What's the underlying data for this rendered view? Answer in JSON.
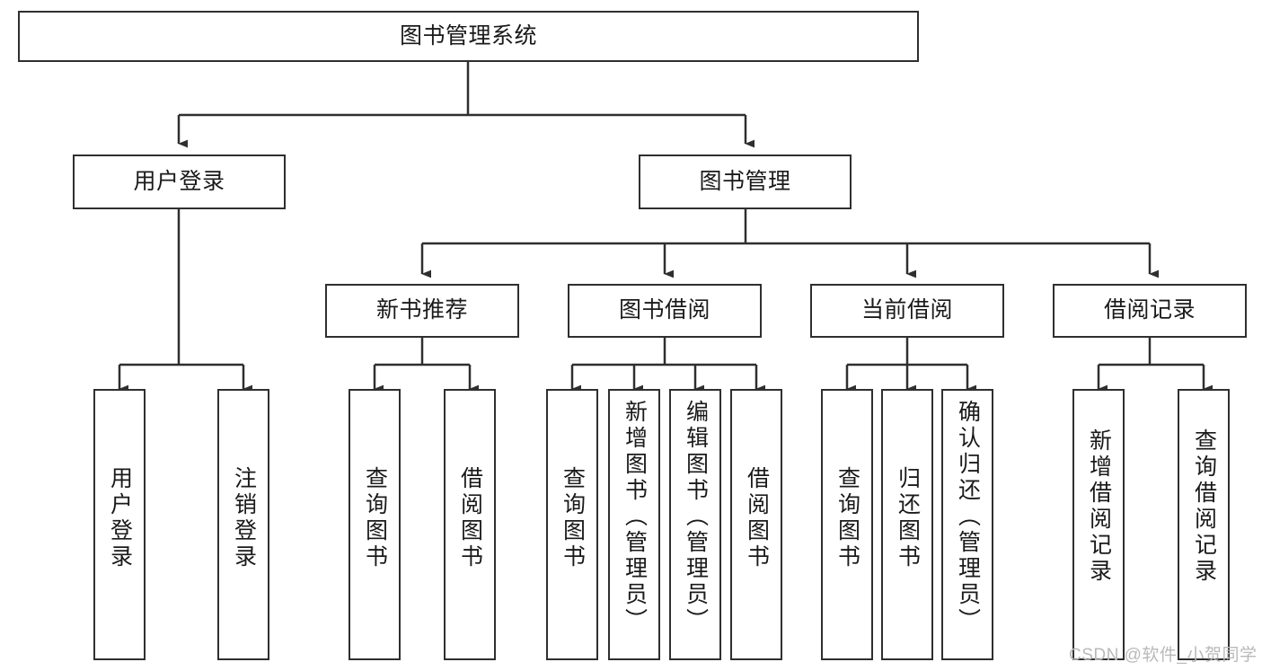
{
  "diagram": {
    "type": "tree",
    "title_node": {
      "label": "图书管理系统"
    },
    "level2": [
      {
        "label": "用户登录"
      },
      {
        "label": "图书管理"
      }
    ],
    "level3": [
      {
        "label": "新书推荐"
      },
      {
        "label": "图书借阅"
      },
      {
        "label": "当前借阅"
      },
      {
        "label": "借阅记录"
      }
    ],
    "leaves": {
      "user_login": [
        {
          "label": "用户登录"
        },
        {
          "label": "注销登录"
        }
      ],
      "new_book_recommend": [
        {
          "label": "查询图书"
        },
        {
          "label": "借阅图书"
        }
      ],
      "book_borrow": [
        {
          "label": "查询图书"
        },
        {
          "label": "新增图书（管理员）"
        },
        {
          "label": "编辑图书（管理员）"
        },
        {
          "label": "借阅图书"
        }
      ],
      "current_borrow": [
        {
          "label": "查询图书"
        },
        {
          "label": "归还图书"
        },
        {
          "label": "确认归还（管理员）"
        }
      ],
      "borrow_record": [
        {
          "label": "新增借阅记录"
        },
        {
          "label": "查询借阅记录"
        }
      ]
    }
  },
  "watermark": {
    "text": "CSDN @软件_小贺同学"
  },
  "colors": {
    "stroke": "#2f2f2f",
    "fill": "#ffffff",
    "text": "#1a1a1a",
    "watermark": "#b9b9b9"
  }
}
